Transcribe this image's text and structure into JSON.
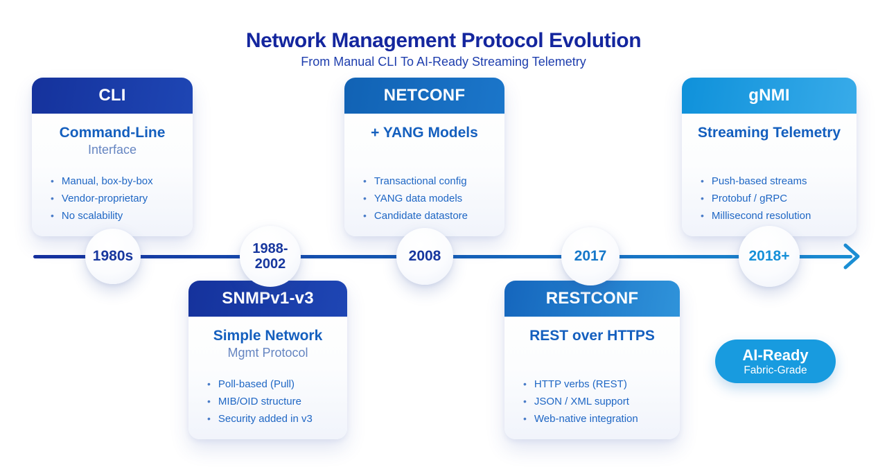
{
  "page": {
    "title": "Network Management Protocol Evolution",
    "subtitle": "From Manual CLI To AI-Ready Streaming Telemetry"
  },
  "cards": [
    {
      "id": "cli",
      "title": "CLI",
      "heading": "Command-Line",
      "subheading": "Interface",
      "bullets": [
        "Manual, box-by-box",
        "Vendor-proprietary",
        "No scalability"
      ]
    },
    {
      "id": "snmp",
      "title": "SNMPv1-v3",
      "heading": "Simple Network",
      "subheading": "Mgmt Protocol",
      "bullets": [
        "Poll-based (Pull)",
        "MIB/OID structure",
        "Security added in v3"
      ]
    },
    {
      "id": "netconf",
      "title": "NETCONF",
      "heading": "+ YANG Models",
      "subheading": "",
      "bullets": [
        "Transactional config",
        "YANG data models",
        "Candidate datastore"
      ]
    },
    {
      "id": "restconf",
      "title": "RESTCONF",
      "heading": "REST over HTTPS",
      "subheading": "",
      "bullets": [
        "HTTP verbs (REST)",
        "JSON / XML support",
        "Web-native integration"
      ]
    },
    {
      "id": "gnmi",
      "title": "gNMI",
      "heading": "Streaming Telemetry",
      "subheading": "",
      "bullets": [
        "Push-based streams",
        "Protobuf / gRPC",
        "Millisecond resolution"
      ]
    }
  ],
  "timeline": {
    "markers": [
      {
        "label": "1980s"
      },
      {
        "label": "1988-\n2002"
      },
      {
        "label": "2008"
      },
      {
        "label": "2017"
      },
      {
        "label": "2018+"
      }
    ]
  },
  "badge": {
    "title": "AI-Ready",
    "subtitle": "Fabric-Grade"
  },
  "colors": {
    "title_text": "#14269e",
    "subtitle_text": "#1d3dad",
    "card_heading": "#145fbe",
    "card_subheading": "#6585c1",
    "bullet_text": "#1e66c4",
    "header_cli_snmp": [
      "#15329c",
      "#1e46b4"
    ],
    "header_netconf": [
      "#1162b4",
      "#1b76ca"
    ],
    "header_restconf": [
      "#1566bd",
      "#2f93da"
    ],
    "header_gnmi": [
      "#0f91da",
      "#38abe9"
    ],
    "timeline_gradient": [
      "#16309e",
      "#1b8fd4"
    ],
    "marker_1980s": "#17379e",
    "marker_1988_2002": "#17379e",
    "marker_2008": "#17379e",
    "marker_2017": "#1577c9",
    "marker_2018plus": "#1690d8",
    "badge_bg": "#189bdf"
  }
}
